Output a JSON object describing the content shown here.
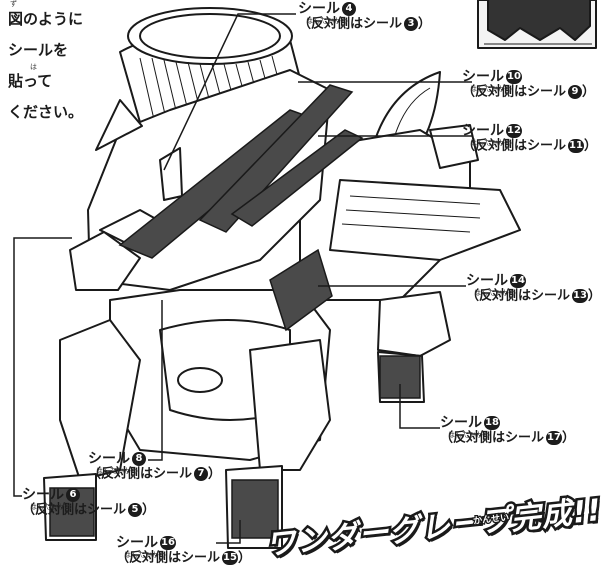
{
  "instructions": {
    "lines": [
      "図のように",
      "シールを",
      "貼って",
      "ください。"
    ],
    "ruby": [
      "ず",
      "は"
    ]
  },
  "callouts": {
    "seal4": {
      "main": "シール",
      "num": "4",
      "sub": "（反対側はシール",
      "sub_num": "3",
      "close": "）",
      "ruby": "はんたいがわ"
    },
    "seal10": {
      "main": "シール",
      "num": "10",
      "sub": "（反対側はシール",
      "sub_num": "9",
      "close": "）",
      "ruby": "はんたいがわ"
    },
    "seal12": {
      "main": "シール",
      "num": "12",
      "sub": "（反対側はシール",
      "sub_num": "11",
      "close": "）",
      "ruby": "はんたいがわ"
    },
    "seal14": {
      "main": "シール",
      "num": "14",
      "sub": "（反対側はシール",
      "sub_num": "13",
      "close": "）",
      "ruby": "はんたいがわ"
    },
    "seal18": {
      "main": "シール",
      "num": "18",
      "sub": "（反対側はシール",
      "sub_num": "17",
      "close": "）",
      "ruby": "はんたいがわ"
    },
    "seal8": {
      "main": "シール",
      "num": "8",
      "sub": "（反対側はシール",
      "sub_num": "7",
      "close": "）",
      "ruby": "はんたいがわ"
    },
    "seal6": {
      "main": "シール",
      "num": "6",
      "sub": "（反対側はシール",
      "sub_num": "5",
      "close": "）",
      "ruby": "はんたいがわ"
    },
    "seal16": {
      "main": "シール",
      "num": "16",
      "sub": "（反対側はシール",
      "sub_num": "15",
      "close": "）",
      "ruby": "はんたいがわ"
    }
  },
  "banner": {
    "text": "ワンダーグレープ完成!!!",
    "ruby": "かんせい"
  },
  "colors": {
    "ink": "#1a1a1a",
    "sticker": "#4a4a4a",
    "body": "#ffffff"
  }
}
